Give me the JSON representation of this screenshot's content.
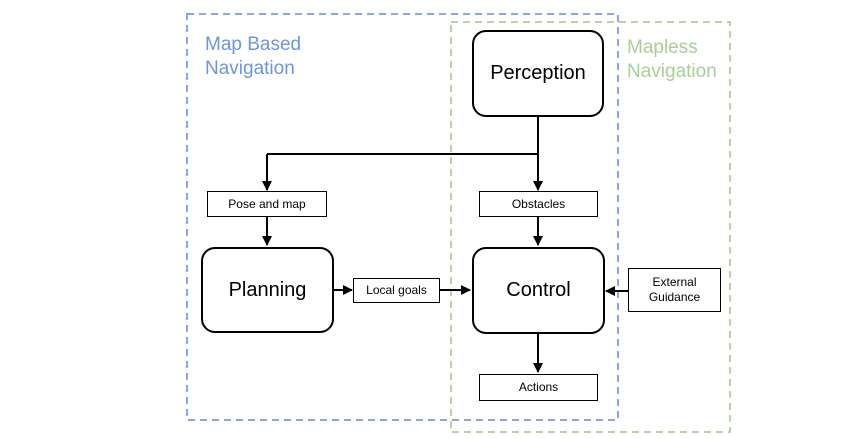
{
  "colors": {
    "map_region": "#8ea6dd",
    "mapless_region": "#b8d3a6",
    "map_label": "#6e96d6",
    "mapless_label": "#a8cf96",
    "stroke": "#000000"
  },
  "regions": {
    "map_based": {
      "label": "Map Based\nNavigation"
    },
    "mapless": {
      "label": "Mapless\nNavigation"
    }
  },
  "nodes": {
    "perception": "Perception",
    "planning": "Planning",
    "control": "Control",
    "pose_and_map": "Pose and map",
    "obstacles": "Obstacles",
    "local_goals": "Local goals",
    "external_guidance": "External\nGuidance",
    "actions": "Actions"
  }
}
